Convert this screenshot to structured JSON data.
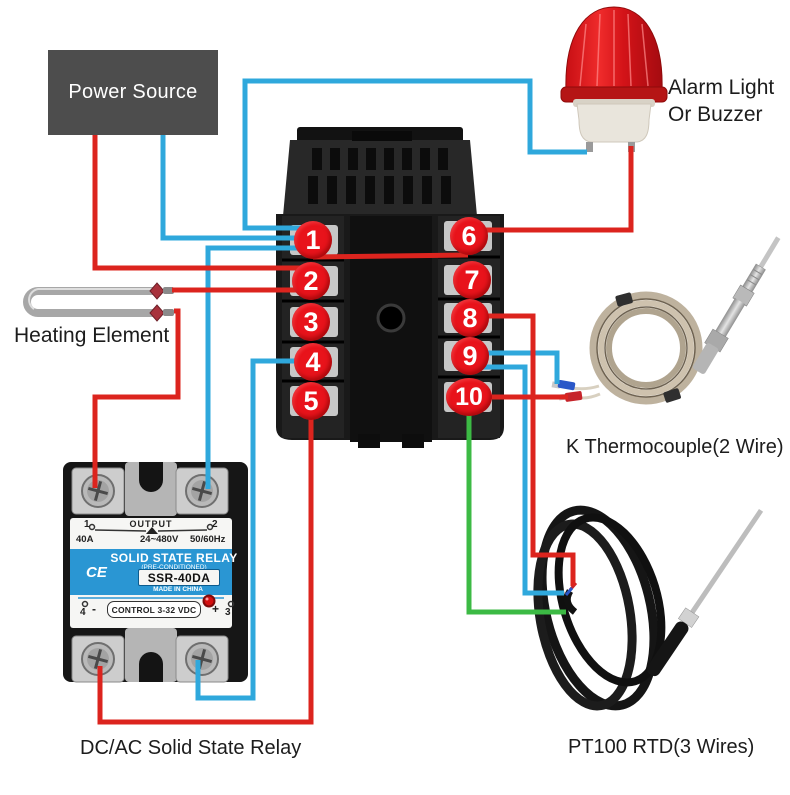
{
  "colors": {
    "wire_red": "#dc241e",
    "wire_blue": "#2fa8dc",
    "wire_green": "#3cba44",
    "badge_red": "#e8131b",
    "ssr_blue": "#2a96d3",
    "power_box": "#4d4d4d"
  },
  "power_source": {
    "label": "Power Source"
  },
  "alarm": {
    "label_line1": "Alarm Light",
    "label_line2": "Or Buzzer"
  },
  "heating_element": {
    "label": "Heating Element"
  },
  "thermocouple": {
    "label": "K Thermocouple(2 Wire)"
  },
  "pt100": {
    "label": "PT100 RTD(3 Wires)"
  },
  "ssr": {
    "caption": "DC/AC Solid State Relay",
    "output_terminal_1": "1",
    "output_terminal_2": "2",
    "output": "OUTPUT",
    "amps": "40A",
    "voltage": "24~480V",
    "frequency": "50/60Hz",
    "title": "SOLID STATE RELAY",
    "subtitle": "(PRE-CONDITIONED)",
    "model": "SSR-40DA",
    "origin": "MADE IN CHINA",
    "ce_mark": "CE",
    "control": "CONTROL 3-32 VDC",
    "control_terminal_4": "4",
    "minus": "-",
    "plus": "+",
    "control_terminal_3": "3"
  },
  "controller": {
    "terminals": [
      "1",
      "2",
      "3",
      "4",
      "5",
      "6",
      "7",
      "8",
      "9",
      "10"
    ]
  }
}
